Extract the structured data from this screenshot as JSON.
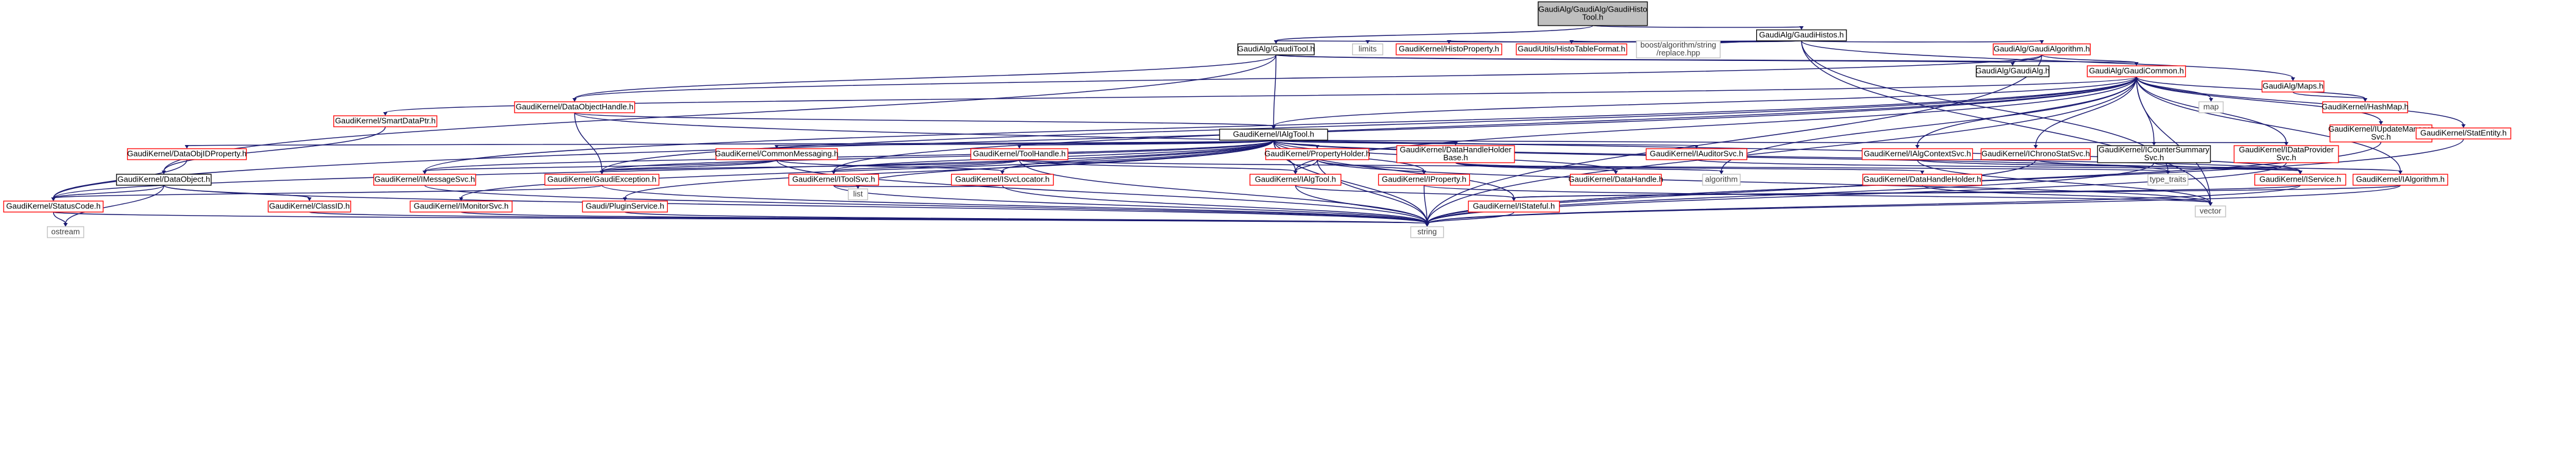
{
  "diagram": {
    "colors": {
      "edge": "#191970",
      "root_fill": "#bfbfbf",
      "documented_border": "#000000",
      "undocumented_border": "#ff0000",
      "plain_border": "#bfbfbf",
      "text_black": "#000000",
      "text_grey": "#404040"
    },
    "nodes": [
      {
        "id": "root",
        "lines": [
          "GaudiAlg/GaudiAlg/GaudiHisto",
          "Tool.h"
        ],
        "style": "root"
      },
      {
        "id": "gaudihistos",
        "lines": [
          "GaudiAlg/GaudiHistos.h"
        ],
        "style": "black"
      },
      {
        "id": "gauditool",
        "lines": [
          "GaudiAlg/GaudiTool.h"
        ],
        "style": "black"
      },
      {
        "id": "limits",
        "lines": [
          "limits"
        ],
        "style": "grey"
      },
      {
        "id": "histoprop",
        "lines": [
          "GaudiKernel/HistoProperty.h"
        ],
        "style": "red"
      },
      {
        "id": "histotable",
        "lines": [
          "GaudiUtils/HistoTableFormat.h"
        ],
        "style": "red"
      },
      {
        "id": "boostreplace",
        "lines": [
          "boost/algorithm/string",
          "/replace.hpp"
        ],
        "style": "grey"
      },
      {
        "id": "gaudialgorithm",
        "lines": [
          "GaudiAlg/GaudiAlgorithm.h"
        ],
        "style": "red"
      },
      {
        "id": "maps",
        "lines": [
          "GaudiAlg/Maps.h"
        ],
        "style": "red"
      },
      {
        "id": "gaudialg",
        "lines": [
          "GaudiAlg/GaudiAlg.h"
        ],
        "style": "black"
      },
      {
        "id": "gaudicommon",
        "lines": [
          "GaudiAlg/GaudiCommon.h"
        ],
        "style": "red"
      },
      {
        "id": "hashmap",
        "lines": [
          "GaudiKernel/HashMap.h"
        ],
        "style": "red"
      },
      {
        "id": "map",
        "lines": [
          "map"
        ],
        "style": "grey"
      },
      {
        "id": "dataobjhandle",
        "lines": [
          "GaudiKernel/DataObjectHandle.h"
        ],
        "style": "red"
      },
      {
        "id": "smartdataptr",
        "lines": [
          "GaudiKernel/SmartDataPtr.h"
        ],
        "style": "red"
      },
      {
        "id": "ialgtool",
        "lines": [
          "GaudiKernel/IAlgTool.h"
        ],
        "style": "black"
      },
      {
        "id": "iupdatemgr",
        "lines": [
          "GaudiKernel/IUpdateManager",
          "Svc.h"
        ],
        "style": "red"
      },
      {
        "id": "statentity",
        "lines": [
          "GaudiKernel/StatEntity.h"
        ],
        "style": "red"
      },
      {
        "id": "dataobjidprop",
        "lines": [
          "GaudiKernel/DataObjIDProperty.h"
        ],
        "style": "red"
      },
      {
        "id": "commonmsg",
        "lines": [
          "GaudiKernel/CommonMessaging.h"
        ],
        "style": "red"
      },
      {
        "id": "toolhandle",
        "lines": [
          "GaudiKernel/ToolHandle.h"
        ],
        "style": "red"
      },
      {
        "id": "propholder",
        "lines": [
          "GaudiKernel/PropertyHolder.h"
        ],
        "style": "red"
      },
      {
        "id": "datahandleholderbase",
        "lines": [
          "GaudiKernel/DataHandleHolder",
          "Base.h"
        ],
        "style": "red"
      },
      {
        "id": "iauditorsvc",
        "lines": [
          "GaudiKernel/IAuditorSvc.h"
        ],
        "style": "red"
      },
      {
        "id": "ialgcontextsvc",
        "lines": [
          "GaudiKernel/IAlgContextSvc.h"
        ],
        "style": "red"
      },
      {
        "id": "ichronostatsvc",
        "lines": [
          "GaudiKernel/IChronoStatSvc.h"
        ],
        "style": "red"
      },
      {
        "id": "icountersummary",
        "lines": [
          "GaudiKernel/ICounterSummary",
          "Svc.h"
        ],
        "style": "black"
      },
      {
        "id": "idataprovider",
        "lines": [
          "GaudiKernel/IDataProvider",
          "Svc.h"
        ],
        "style": "red"
      },
      {
        "id": "dataobject",
        "lines": [
          "GaudiKernel/DataObject.h"
        ],
        "style": "black"
      },
      {
        "id": "imessagesvc",
        "lines": [
          "GaudiKernel/IMessageSvc.h"
        ],
        "style": "red"
      },
      {
        "id": "gaudiexception",
        "lines": [
          "GaudiKernel/GaudiException.h"
        ],
        "style": "red"
      },
      {
        "id": "itoolsvc",
        "lines": [
          "GaudiKernel/IToolSvc.h"
        ],
        "style": "red"
      },
      {
        "id": "isvclocator",
        "lines": [
          "GaudiKernel/ISvcLocator.h"
        ],
        "style": "red"
      },
      {
        "id": "ialgtoolgaudi",
        "lines": [
          "GaudiKernel/IAlgTool.h"
        ],
        "style": "red"
      },
      {
        "id": "iproperty",
        "lines": [
          "GaudiKernel/IProperty.h"
        ],
        "style": "red"
      },
      {
        "id": "datahandle",
        "lines": [
          "GaudiKernel/DataHandle.h"
        ],
        "style": "red"
      },
      {
        "id": "algorithm",
        "lines": [
          "algorithm"
        ],
        "style": "grey"
      },
      {
        "id": "datahandleholder",
        "lines": [
          "GaudiKernel/DataHandleHolder.h"
        ],
        "style": "red"
      },
      {
        "id": "typetraits",
        "lines": [
          "type_traits"
        ],
        "style": "grey"
      },
      {
        "id": "iservice",
        "lines": [
          "GaudiKernel/IService.h"
        ],
        "style": "red"
      },
      {
        "id": "ialgorithm",
        "lines": [
          "GaudiKernel/IAlgorithm.h"
        ],
        "style": "red"
      },
      {
        "id": "statuscode",
        "lines": [
          "GaudiKernel/StatusCode.h"
        ],
        "style": "red"
      },
      {
        "id": "classid",
        "lines": [
          "GaudiKernel/ClassID.h"
        ],
        "style": "red"
      },
      {
        "id": "imonitorsvc",
        "lines": [
          "GaudiKernel/IMonitorSvc.h"
        ],
        "style": "red"
      },
      {
        "id": "pluginservice",
        "lines": [
          "Gaudi/PluginService.h"
        ],
        "style": "red"
      },
      {
        "id": "list",
        "lines": [
          "list"
        ],
        "style": "grey"
      },
      {
        "id": "istateful",
        "lines": [
          "GaudiKernel/IStateful.h"
        ],
        "style": "red"
      },
      {
        "id": "vector",
        "lines": [
          "vector"
        ],
        "style": "grey"
      },
      {
        "id": "ostream",
        "lines": [
          "ostream"
        ],
        "style": "grey"
      },
      {
        "id": "string",
        "lines": [
          "string"
        ],
        "style": "grey"
      }
    ]
  }
}
